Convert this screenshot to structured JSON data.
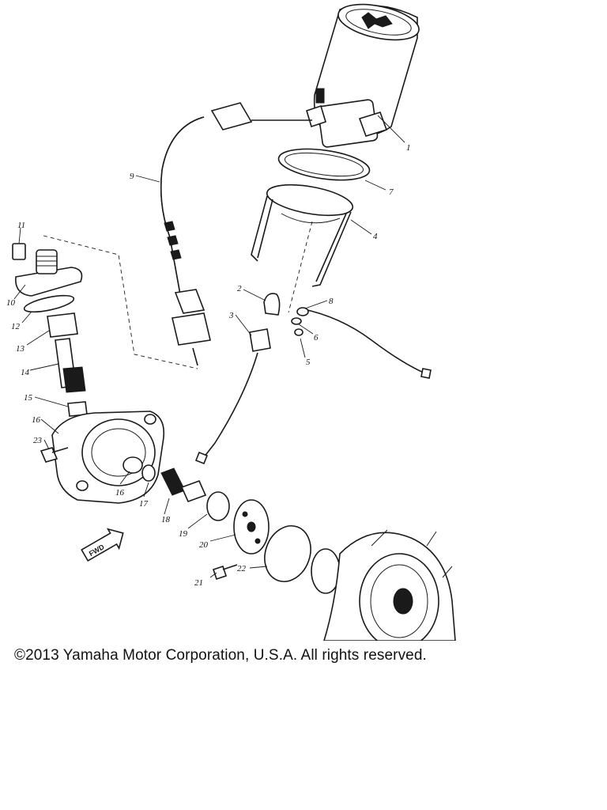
{
  "diagram": {
    "callouts": [
      {
        "id": "1",
        "text": "1"
      },
      {
        "id": "2",
        "text": "2"
      },
      {
        "id": "3",
        "text": "3"
      },
      {
        "id": "4",
        "text": "4"
      },
      {
        "id": "5",
        "text": "5"
      },
      {
        "id": "6",
        "text": "6"
      },
      {
        "id": "7",
        "text": "7"
      },
      {
        "id": "8",
        "text": "8"
      },
      {
        "id": "9",
        "text": "9"
      },
      {
        "id": "10",
        "text": "10"
      },
      {
        "id": "11",
        "text": "11"
      },
      {
        "id": "12",
        "text": "12"
      },
      {
        "id": "13",
        "text": "13"
      },
      {
        "id": "14",
        "text": "14"
      },
      {
        "id": "15",
        "text": "15"
      },
      {
        "id": "16",
        "text": "16"
      },
      {
        "id": "17",
        "text": "17"
      },
      {
        "id": "18",
        "text": "18"
      },
      {
        "id": "19",
        "text": "19"
      },
      {
        "id": "20",
        "text": "20"
      },
      {
        "id": "21",
        "text": "21"
      },
      {
        "id": "22",
        "text": "22"
      },
      {
        "id": "23",
        "text": "23"
      }
    ],
    "fwd_marker": "FWD"
  },
  "footer": {
    "copyright": "©2013 Yamaha Motor Corporation, U.S.A. All rights reserved."
  }
}
